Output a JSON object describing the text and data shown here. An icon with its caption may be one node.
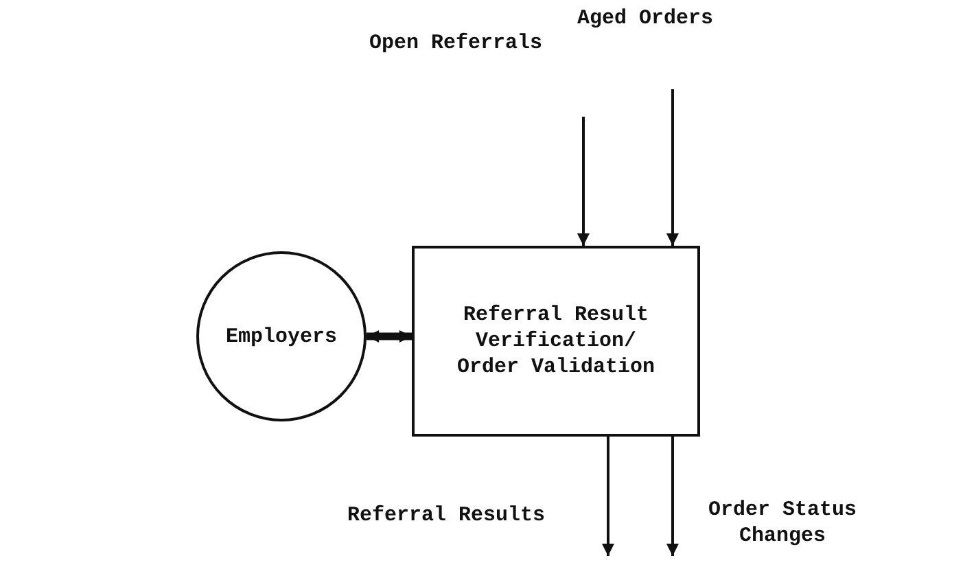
{
  "diagram": {
    "nodes": [
      {
        "text": [
          "Employers"
        ]
      },
      {
        "text": [
          "Referral Result Verification/ Order Validation"
        ]
      }
    ],
    "edges": [
      {
        "from": null,
        "to": 1,
        "arrow": "to",
        "label": "Open Referrals"
      },
      {
        "from": null,
        "to": 1,
        "arrow": "to",
        "label": "Aged Orders"
      },
      {
        "from": 0,
        "to": 1,
        "arrow": "both",
        "style": "thick"
      },
      {
        "from": 1,
        "to": null,
        "arrow": "to",
        "label": "Referral Results"
      },
      {
        "from": 1,
        "to": null,
        "arrow": "to",
        "label": "Order Status Changes"
      }
    ]
  }
}
